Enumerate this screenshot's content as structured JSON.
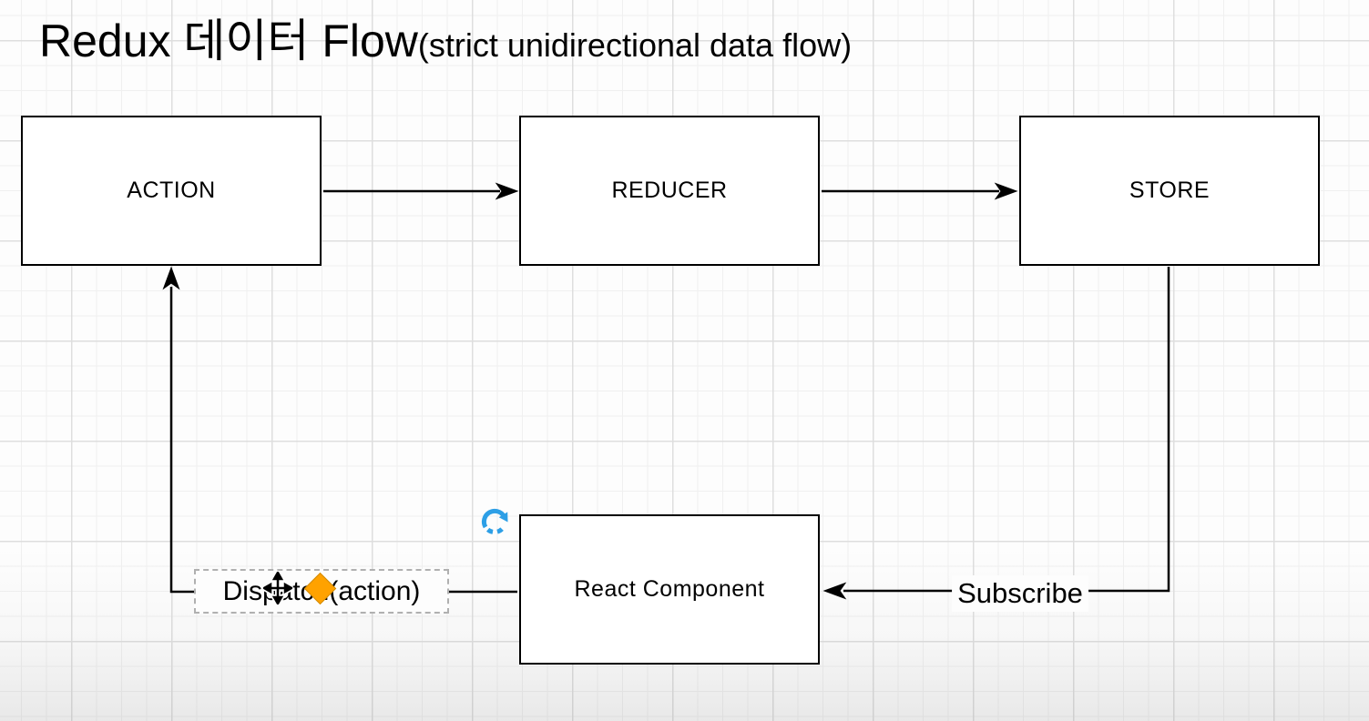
{
  "title": {
    "main": "Redux 데이터 Flow",
    "sub": "(strict unidirectional data flow)"
  },
  "nodes": [
    {
      "id": "action",
      "label": "ACTION"
    },
    {
      "id": "reducer",
      "label": "REDUCER"
    },
    {
      "id": "store",
      "label": "STORE"
    },
    {
      "id": "react_component",
      "label": "React Component"
    }
  ],
  "edges": [
    {
      "from": "action",
      "to": "reducer",
      "label": ""
    },
    {
      "from": "reducer",
      "to": "store",
      "label": ""
    },
    {
      "from": "store",
      "to": "react_component",
      "label": "Subscribe"
    },
    {
      "from": "react_component",
      "to": "action",
      "label": "Dispatch(action)"
    }
  ],
  "selection": {
    "selected_element": "Dispatch(action)"
  },
  "icons": {
    "refresh": "↻",
    "move_cursor": "✥",
    "edge_midpoint_handle": "◆"
  },
  "colors": {
    "line": "#000000",
    "node_fill": "#ffffff",
    "node_border": "#000000",
    "accent_blue": "#2d9fe6",
    "handle_orange": "#ffa200",
    "selection_dash": "#b0b0b0",
    "background": "#fdfdfd"
  }
}
